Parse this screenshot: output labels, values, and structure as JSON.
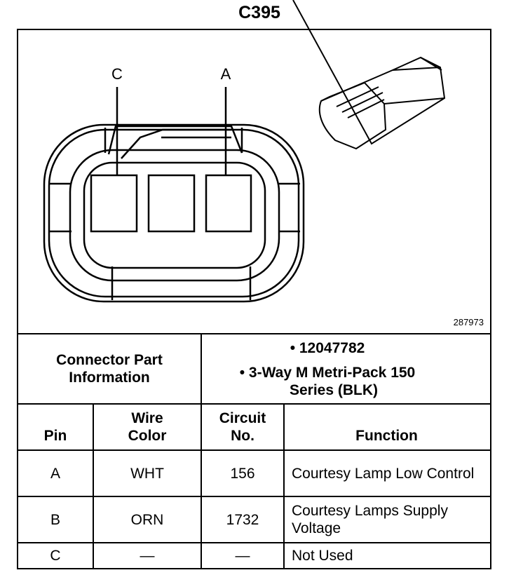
{
  "title": "C395",
  "figure": {
    "figure_number": "287973",
    "pin_labels": [
      "C",
      "A"
    ]
  },
  "connector_info": {
    "label": "Connector Part Information",
    "items": [
      "12047782",
      "3-Way M Metri-Pack 150 Series (BLK)"
    ]
  },
  "table": {
    "headers": {
      "pin": "Pin",
      "wire_color": "Wire Color",
      "circuit": "Circuit No.",
      "function": "Function"
    },
    "rows": [
      {
        "pin": "A",
        "wire_color": "WHT",
        "circuit": "156",
        "function": "Courtesy Lamp Low Control"
      },
      {
        "pin": "B",
        "wire_color": "ORN",
        "circuit": "1732",
        "function": "Courtesy Lamps Supply Voltage"
      },
      {
        "pin": "C",
        "wire_color": "—",
        "circuit": "—",
        "function": "Not Used"
      }
    ]
  }
}
